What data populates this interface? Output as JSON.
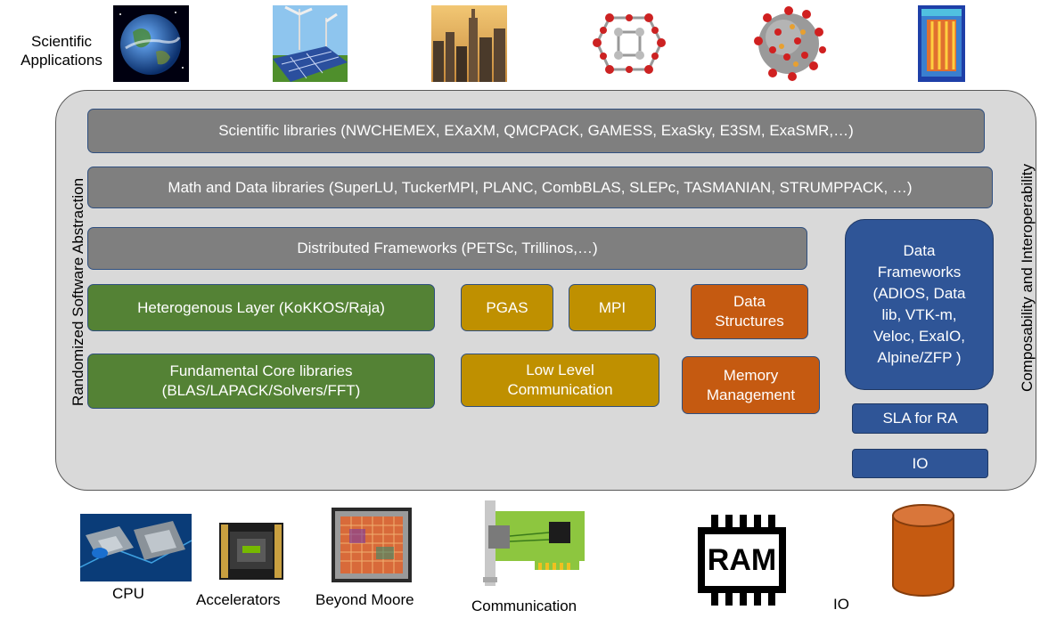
{
  "top": {
    "label_line1": "Scientific",
    "label_line2": "Applications"
  },
  "panel": {
    "left_label": "Randomized Software Abstraction",
    "right_label": "Composability and Interoperability"
  },
  "layers": {
    "scientific_libraries": "Scientific libraries (NWCHEMEX, EXaXM, QMCPACK, GAMESS, ExaSky, E3SM, ExaSMR,…)",
    "math_data_libraries": "Math and Data libraries (SuperLU, TuckerMPI, PLANC, CombBLAS, SLEPc, TASMANIAN, STRUMPPACK, …)",
    "distributed_frameworks": "Distributed Frameworks (PETSc, Trillinos,…)",
    "heterogenous_layer": "Heterogenous Layer (KoKKOS/Raja)",
    "pgas": "PGAS",
    "mpi": "MPI",
    "data_structures_line1": "Data",
    "data_structures_line2": "Structures",
    "fundamental_line1": "Fundamental Core libraries",
    "fundamental_line2": "(BLAS/LAPACK/Solvers/FFT)",
    "low_level_line1": "Low Level",
    "low_level_line2": "Communication",
    "memory_line1": "Memory",
    "memory_line2": "Management",
    "data_frameworks_lines": [
      "Data",
      "Frameworks",
      "(ADIOS, Data",
      "lib, VTK-m,",
      "Veloc, ExaIO,",
      "Alpine/ZFP )"
    ],
    "sla": "SLA for RA",
    "io_box": "IO"
  },
  "hardware": {
    "cpu": "CPU",
    "accelerators": "Accelerators",
    "beyond_moore": "Beyond Moore",
    "communication": "Communication",
    "io": "IO",
    "ram": "RAM"
  },
  "colors": {
    "gray": "#7f7f7f",
    "green": "#548235",
    "gold": "#bf9000",
    "orange": "#c55a11",
    "blue": "#2f5597",
    "panel": "#d9d9d9"
  }
}
